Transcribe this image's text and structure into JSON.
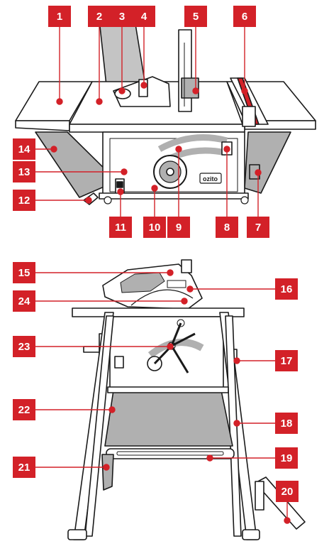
{
  "brand_text": "ozito",
  "colors": {
    "label_bg": "#d32128",
    "label_fg": "#ffffff",
    "leader": "#d32128",
    "dot": "#d32128",
    "outline": "#1a1a1a",
    "grey": "#b0b0b0",
    "light_grey": "#d9d9d9"
  },
  "callouts": [
    {
      "id": "1",
      "text": "1"
    },
    {
      "id": "2",
      "text": "2"
    },
    {
      "id": "3",
      "text": "3"
    },
    {
      "id": "4",
      "text": "4"
    },
    {
      "id": "5",
      "text": "5"
    },
    {
      "id": "6",
      "text": "6"
    },
    {
      "id": "7",
      "text": "7"
    },
    {
      "id": "8",
      "text": "8"
    },
    {
      "id": "9",
      "text": "9"
    },
    {
      "id": "10",
      "text": "10"
    },
    {
      "id": "11",
      "text": "11"
    },
    {
      "id": "12",
      "text": "12"
    },
    {
      "id": "13",
      "text": "13"
    },
    {
      "id": "14",
      "text": "14"
    },
    {
      "id": "15",
      "text": "15"
    },
    {
      "id": "16",
      "text": "16"
    },
    {
      "id": "17",
      "text": "17"
    },
    {
      "id": "18",
      "text": "18"
    },
    {
      "id": "19",
      "text": "19"
    },
    {
      "id": "20",
      "text": "20"
    },
    {
      "id": "21",
      "text": "21"
    },
    {
      "id": "22",
      "text": "22"
    },
    {
      "id": "23",
      "text": "23"
    },
    {
      "id": "24",
      "text": "24"
    }
  ]
}
